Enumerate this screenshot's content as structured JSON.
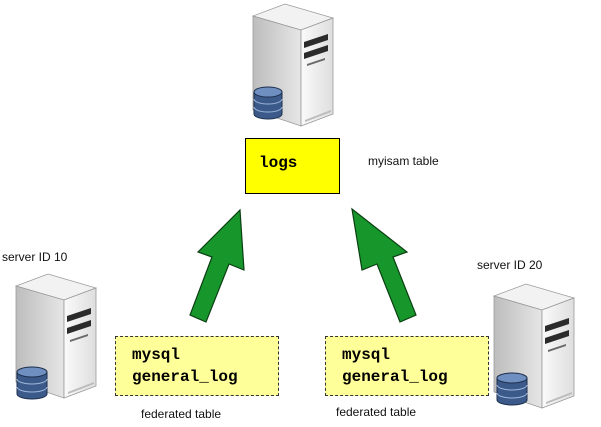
{
  "colors": {
    "background": "#ffffff",
    "central_table_fill": "#ffff00",
    "federated_table_fill": "#ffff99",
    "arrow_fill": "#17962b",
    "server_body": "#e9e9e9",
    "database_icon": "#3b5a8a"
  },
  "central": {
    "table_name": "logs",
    "table_type": "myisam table"
  },
  "servers": [
    {
      "label": "server ID 10",
      "table_lines": [
        "mysql",
        "general_log"
      ],
      "table_type": "federated table"
    },
    {
      "label": "server ID 20",
      "table_lines": [
        "mysql",
        "general_log"
      ],
      "table_type": "federated table"
    }
  ],
  "icons": [
    "server-icon",
    "database-icon",
    "arrow-up-icon"
  ]
}
